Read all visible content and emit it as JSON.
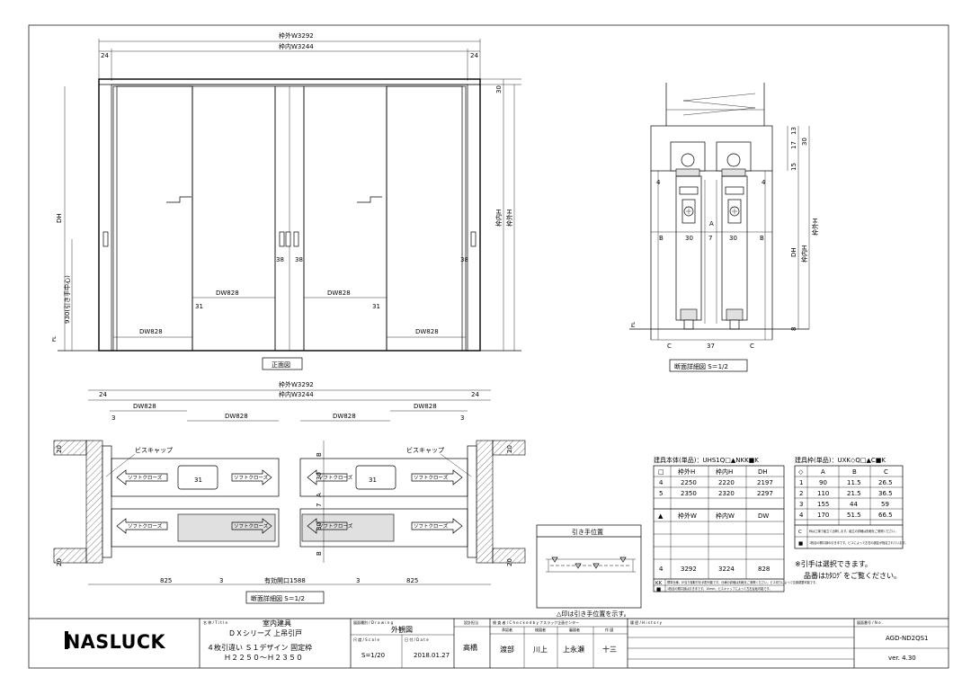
{
  "front_view": {
    "dim_outer_width": "枠外W3292",
    "dim_inner_width": "枠内W3244",
    "dim_left_24": "24",
    "dim_right_24": "24",
    "dim_30": "30",
    "dim_frame_outer_h": "枠外H",
    "dim_frame_inner_h": "枠内H",
    "dim_dh": "DH",
    "dim_handle_height": "930(引き手中心)",
    "dim_fl": "FL",
    "dim_38_a": "38",
    "dim_38_b": "38",
    "dim_38_c": "38",
    "dw_left": "DW828",
    "dw_center_left": "DW828",
    "dw_center_right": "DW828",
    "dw_right": "DW828",
    "dim_31_a": "31",
    "dim_31_b": "31",
    "caption": "正面図"
  },
  "section_detail_right": {
    "dim_13": "13",
    "dim_17": "17",
    "dim_30": "30",
    "dim_15": "15",
    "dim_4_left": "4",
    "dim_4_right": "4",
    "label_a": "A",
    "b_left": "B",
    "dim_30_a": "30",
    "dim_7": "7",
    "dim_30_b": "30",
    "b_right": "B",
    "dim_dh": "DH",
    "dim_inner_h": "枠内H",
    "dim_outer_h": "枠外H",
    "dim_8": "8",
    "dim_fl": "FL",
    "c_left": "C",
    "dim_37": "37",
    "c_right": "C",
    "caption": "断面詳細図 S＝1/2"
  },
  "plan_view": {
    "dim_outer_width": "枠外W3292",
    "dim_inner_width": "枠内W3244",
    "dim_24_left": "24",
    "dim_24_right": "24",
    "dw_1": "DW828",
    "dw_2": "DW828",
    "dw_3": "DW828",
    "dw_4": "DW828",
    "dim_3_a": "3",
    "dim_3_b": "3",
    "screw_cap_left": "ビスキャップ",
    "screw_cap_right": "ビスキャップ",
    "dim_31_left": "31",
    "dim_31_right": "31",
    "soft_close": "ソフトクローズ",
    "dim_20_tl": "20",
    "dim_20_bl": "20",
    "dim_20_tr": "20",
    "dim_20_br": "20",
    "dim_b_top": "B",
    "dim_30_top": "30",
    "dim_a": "A",
    "dim_7": "7",
    "dim_30_bottom": "30",
    "dim_b_bottom": "B",
    "dim_825_left": "825",
    "dim_3_c": "3",
    "effective_opening": "有効開口1588",
    "dim_3_d": "3",
    "dim_825_right": "825",
    "caption": "断面詳細図 S＝1/2"
  },
  "handle_position": {
    "title": "引き手位置",
    "note": "△印は引き手位置を示す。"
  },
  "table_body": {
    "title": "建具本体(単品)：UHS1Q□▲NKK■K",
    "headers1": [
      "□",
      "枠外H",
      "枠内H",
      "DH"
    ],
    "rows1": [
      [
        "4",
        "2250",
        "2220",
        "2197"
      ],
      [
        "5",
        "2350",
        "2320",
        "2297"
      ],
      [
        "",
        "",
        "",
        ""
      ]
    ],
    "headers2": [
      "▲",
      "枠外W",
      "枠内W",
      "DW"
    ],
    "rows2": [
      [
        "",
        "",
        "",
        ""
      ],
      [
        "",
        "",
        "",
        ""
      ],
      [
        "4",
        "3292",
        "3224",
        "828"
      ]
    ],
    "notes": [
      [
        "KK",
        "標準仕様。戸当り錠取付を手配可能です。仕様の詳細は別紙をご参照ください。ビス切りによって位置調整可能です。"
      ],
      [
        "■",
        "1枚目の開口部は引き手です。10mm、ビスキャップによって左右反転可能です。"
      ]
    ]
  },
  "table_frame": {
    "title": "建具枠(単品)：UXK◇Q□▲C■K",
    "headers": [
      "◇",
      "A",
      "B",
      "C"
    ],
    "rows": [
      [
        "1",
        "90",
        "11.5",
        "26.5"
      ],
      [
        "2",
        "110",
        "21.5",
        "36.5"
      ],
      [
        "3",
        "155",
        "44",
        "59"
      ],
      [
        "4",
        "170",
        "51.5",
        "66.5"
      ]
    ],
    "notes": [
      [
        "C",
        "枠は工場で組立て出荷します。組立の詳細は別紙をご参照ください。"
      ],
      [
        "■",
        "1枚目の開口部の引き手です。ビスによって左右の固定が指定されています。"
      ]
    ],
    "remark1": "※引手は選択できます。",
    "remark2": "品番はｶﾀﾛｸﾞをご覧ください。"
  },
  "title_block": {
    "logo": "NASLUCK",
    "name_label": "名 称 / T i t l e",
    "name_line1": "室内建具",
    "name_line2": "ＤＸシリーズ 上吊引戸",
    "name_line3": "４枚引違い Ｓ１デザイン 固定枠",
    "name_line4": "Ｈ２２５０～Ｈ２３５０",
    "drawing_label": "図面種別 / D r a w i n g",
    "drawing_value": "外観図",
    "scale_label": "尺 度 / S c a l e",
    "scale_value": "S=1/20",
    "date_label": "日 付 / D a t e",
    "date_value": "2018.01.27",
    "design_label": "設計担当",
    "design_value": "高橋",
    "check_label": "検 査 者 / C h e c k e d  b y  ナスラック企画センター",
    "check_sub": [
      "承認者",
      "検図者",
      "審図者",
      "作 図"
    ],
    "check_names": [
      "渡部",
      "川上",
      "上永瀬",
      "十三"
    ],
    "history_label": "履 歴 / H i s t o r y",
    "number_label": "図面番号 / N o .",
    "number_value": "AGD-ND2QS1",
    "version": "ver. 4.30"
  }
}
